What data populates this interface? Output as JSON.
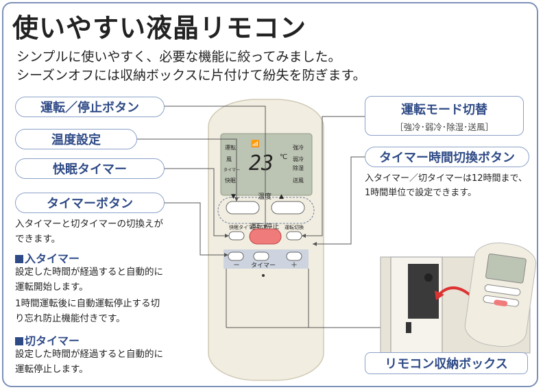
{
  "title": "使いやすい液晶リモコン",
  "intro": {
    "line1": "シンプルに使いやすく、必要な機能に絞ってみました。",
    "line2": "シーズンオフには収納ボックスに片付けて紛失を防ぎます。"
  },
  "labels": {
    "run_stop": "運転／停止ボタン",
    "temp": "温度設定",
    "sleep_timer": "快眠タイマー",
    "timer_button": "タイマーボタン",
    "mode_switch": "運転モード切替",
    "mode_sub": "［強冷･弱冷･除湿･送風］",
    "timer_switch": "タイマー時間切換ボタン",
    "storage_box": "リモコン収納ボックス"
  },
  "descriptions": {
    "timer_button": "入タイマーと切タイマーの切換えができます。",
    "on_timer_head": "入タイマー",
    "on_timer_1": "設定した時間が経過すると自動的に運転開始します。",
    "on_timer_2": "1時間運転後に自動運転停止する切り忘れ防止機能付きです。",
    "off_timer_head": "切タイマー",
    "off_timer_1": "設定した時間が経過すると自動的に運転停止します。",
    "timer_switch": "入タイマー／切タイマーは12時間まで、1時間単位で設定できます。"
  },
  "remote": {
    "display_value": "23",
    "unit": "℃",
    "left_labels": [
      "運転",
      "風",
      "タイマー",
      "快眠"
    ],
    "right_labels": [
      "強冷",
      "弱冷",
      "除湿",
      "送風"
    ],
    "temp_label": "温度",
    "down": "▼",
    "up": "▲",
    "sleep_btn": "快眠タイマー",
    "run_btn": "運転/停止",
    "mode_btn": "運転切換",
    "timer_label": "タイマー",
    "minus": "－",
    "plus": "＋"
  },
  "colors": {
    "accent": "#2e4a86",
    "border": "#8aa0c8",
    "remote_body": "#f1ede0",
    "lcd": "#bcc4b3",
    "red_button": "#f07b7b"
  }
}
